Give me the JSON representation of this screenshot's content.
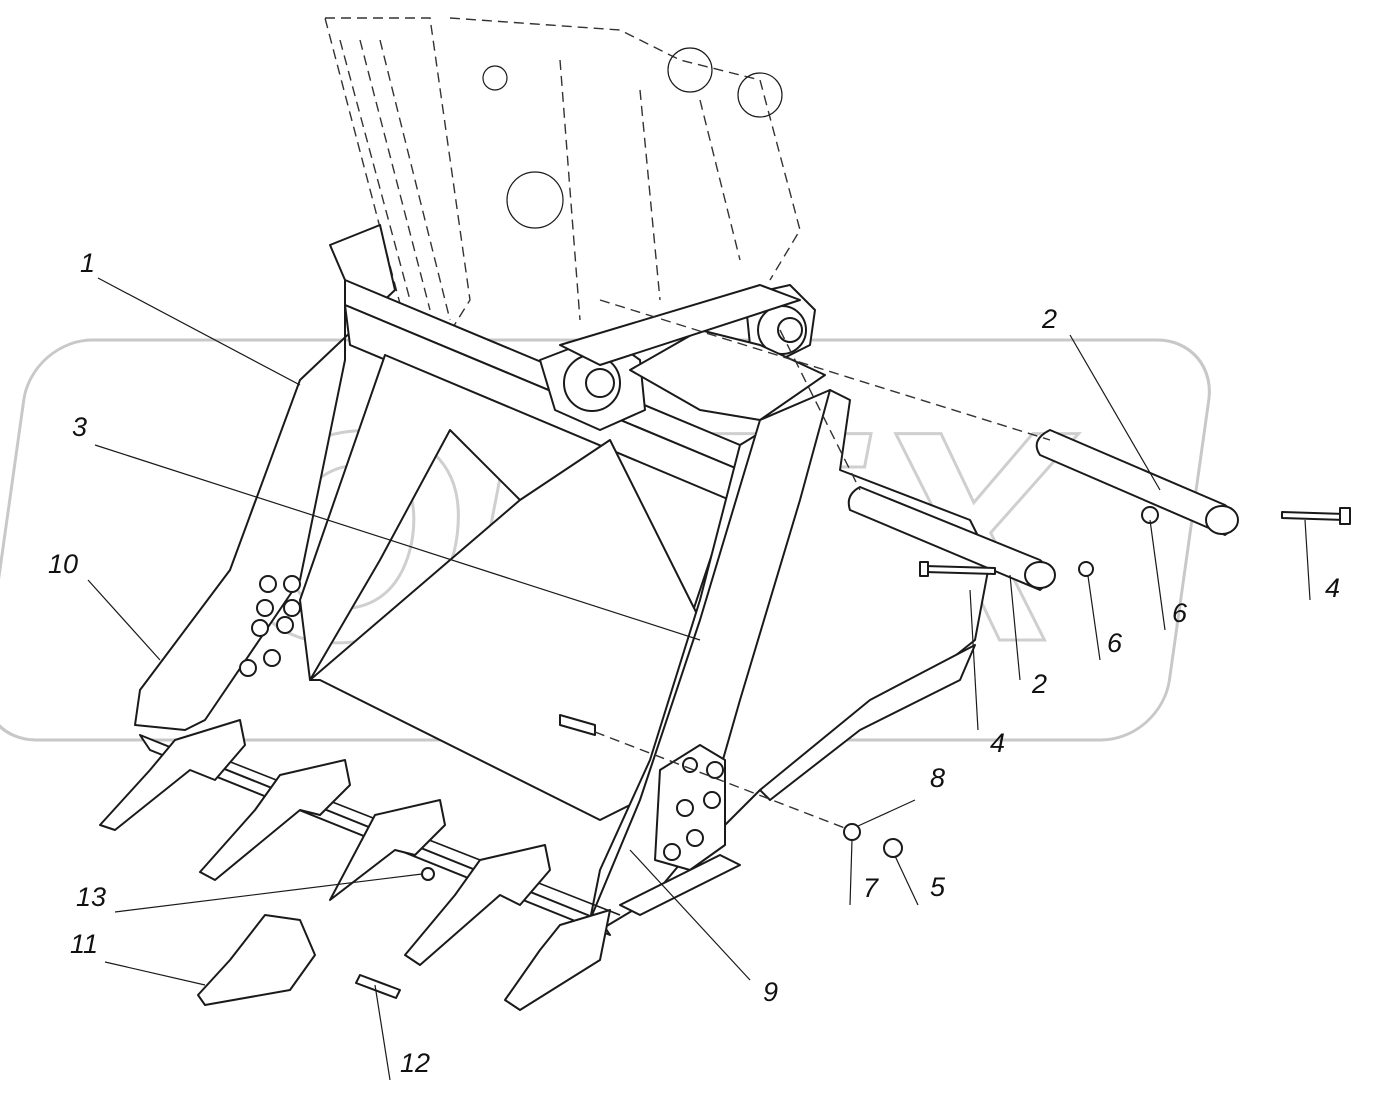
{
  "watermark": {
    "text": "OPEX"
  },
  "callouts": {
    "c1": "1",
    "c2a": "2",
    "c2b": "2",
    "c3": "3",
    "c4a": "4",
    "c4b": "4",
    "c5": "5",
    "c6a": "6",
    "c6b": "6",
    "c7": "7",
    "c8": "8",
    "c9": "9",
    "c10": "10",
    "c11": "11",
    "c12": "12",
    "c13": "13"
  }
}
